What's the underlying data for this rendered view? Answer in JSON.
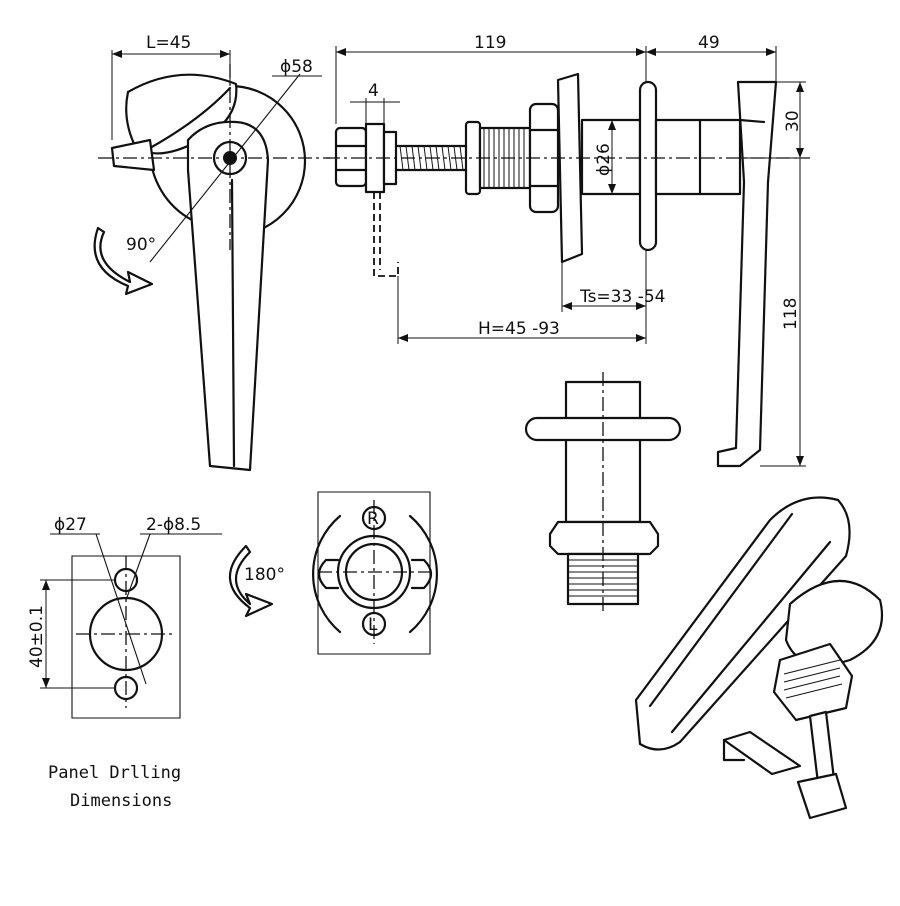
{
  "dimensions": {
    "handle_length": "L=45",
    "handle_dia": "ϕ58",
    "overall_length": "119",
    "handle_depth": "49",
    "nut_width": "4",
    "hub_height": "30",
    "body_dia": "ϕ26",
    "handle_height": "118",
    "panel_thickness": "Ts=33 -54",
    "grip_range": "H=45 -93",
    "hole_dia": "ϕ27",
    "screw_holes": "2-ϕ8.5",
    "hole_spacing": "40±0.1"
  },
  "rotation": {
    "handle_turn": "90°",
    "cam_turn": "180°"
  },
  "markers": {
    "top": "R",
    "bottom": "L"
  },
  "caption": {
    "line1": "Panel Drlling",
    "line2": "Dimensions"
  }
}
